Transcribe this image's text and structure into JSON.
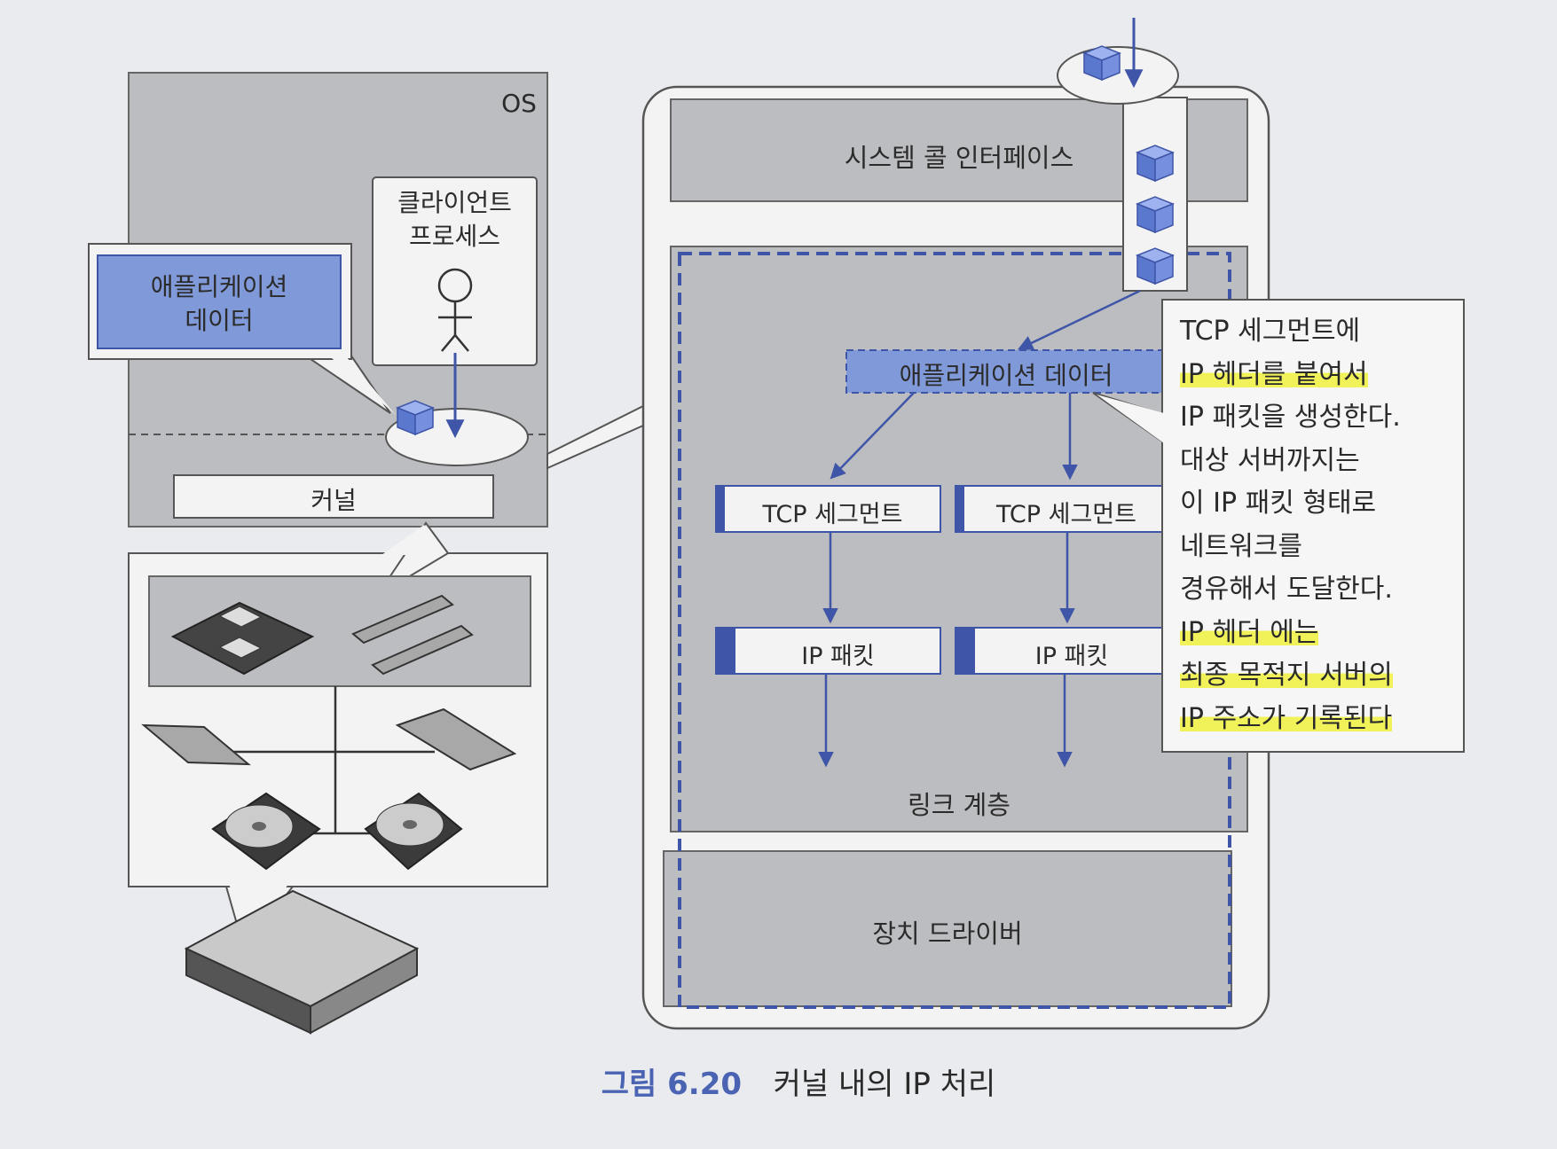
{
  "left": {
    "os_label": "OS",
    "client_process": [
      "클라이언트",
      "프로세스"
    ],
    "app_data": [
      "애플리케이션",
      "데이터"
    ],
    "kernel": "커널"
  },
  "right": {
    "syscall": "시스템 콜 인터페이스",
    "app_data": "애플리케이션 데이터",
    "tcp_segment_1": "TCP 세그먼트",
    "tcp_segment_2": "TCP 세그먼트",
    "ip_packet_1": "IP 패킷",
    "ip_packet_2": "IP 패킷",
    "link_layer": "링크 계층",
    "device_driver": "장치 드라이버"
  },
  "callout": {
    "lines": [
      {
        "text": "TCP 세그먼트에",
        "highlight": false
      },
      {
        "text": "IP 헤더를 붙여서",
        "highlight": true
      },
      {
        "text": "IP 패킷을 생성한다.",
        "highlight": false
      },
      {
        "text": "대상 서버까지는",
        "highlight": false
      },
      {
        "text": "이 IP 패킷 형태로",
        "highlight": false
      },
      {
        "text": "네트워크를",
        "highlight": false
      },
      {
        "text": "경유해서 도달한다.",
        "highlight": false
      },
      {
        "text": "IP 헤더 에는",
        "highlight": true
      },
      {
        "text": "최종 목적지 서버의",
        "highlight": true
      },
      {
        "text": "IP 주소가 기록된다",
        "highlight": true
      }
    ],
    "highlight_color": "#f1f25a"
  },
  "caption": {
    "figure_number": "그림 6.20",
    "title": "커널 내의 IP 처리"
  },
  "colors": {
    "accent_blue": "#3f55a8",
    "data_box_fill": "#7f97d8",
    "figure_label": "#4a63b3"
  }
}
